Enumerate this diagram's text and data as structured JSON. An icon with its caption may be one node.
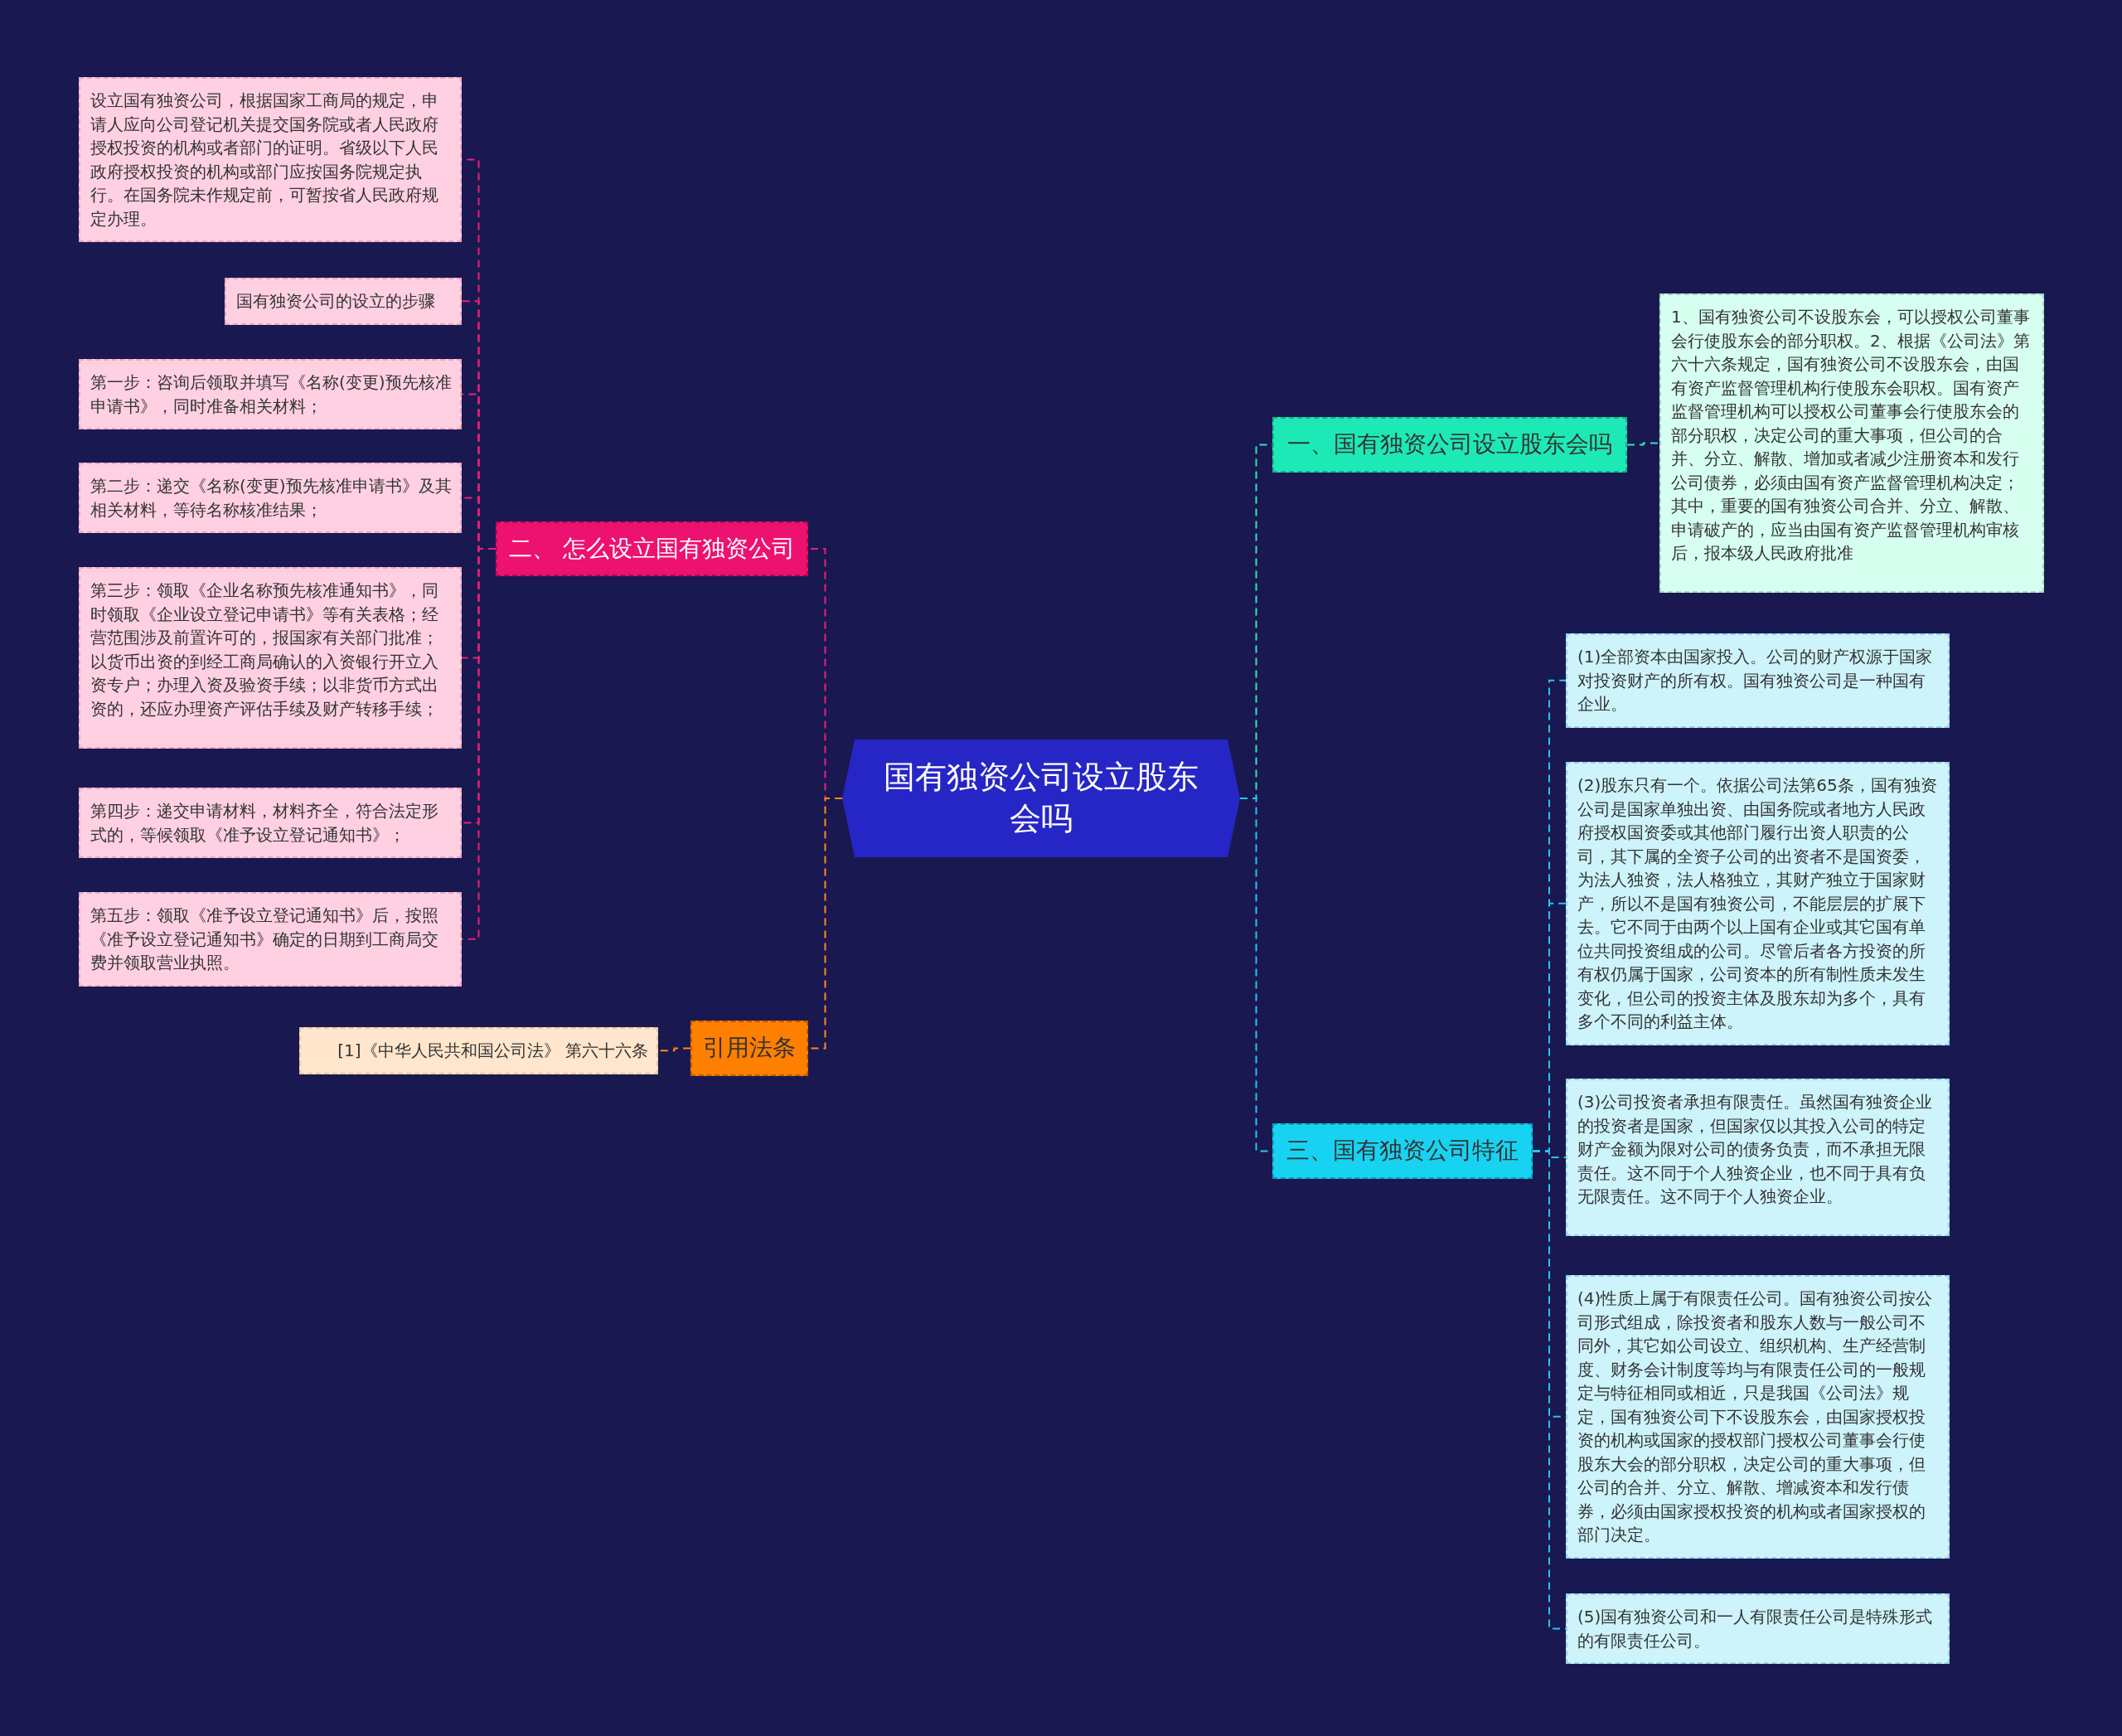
{
  "diagram": {
    "nodes": [
      {
        "text": [
          "国有独资公司设立股东会吗"
        ]
      },
      {
        "text": [
          "二、 怎么设立国有独资公司"
        ]
      },
      {
        "text": [
          "设立国有独资公司，根据国家工商局的规定，申请人应向公司登记机关提交国务院或者人民政府授权投资的机构或者部门的证明。省级以下人民政府授权投资的机构或部门应按国务院规定执行。在国务院未作规定前，可暂按省人民政府规定办理。"
        ]
      },
      {
        "text": [
          "国有独资公司的设立的步骤"
        ]
      },
      {
        "text": [
          "第一步：咨询后领取并填写《名称(变更)预先核准申请书》，同时准备相关材料；"
        ]
      },
      {
        "text": [
          "第二步：递交《名称(变更)预先核准申请书》及其相关材料，等待名称核准结果；"
        ]
      },
      {
        "text": [
          "第三步：领取《企业名称预先核准通知书》，同时领取《企业设立登记申请书》等有关表格；经营范围涉及前置许可的，报国家有关部门批准；以货币出资的到经工商局确认的入资银行开立入资专户；办理入资及验资手续；以非货币方式出资的，还应办理资产评估手续及财产转移手续；"
        ]
      },
      {
        "text": [
          "第四步：递交申请材料，材料齐全，符合法定形式的，等候领取《准予设立登记通知书》；"
        ]
      },
      {
        "text": [
          "第五步：领取《准予设立登记通知书》后，按照《准予设立登记通知书》确定的日期到工商局交费并领取营业执照。"
        ]
      },
      {
        "text": [
          "引用法条"
        ]
      },
      {
        "text": [
          "[1]《中华人民共和国公司法》 第六十六条"
        ]
      },
      {
        "text": [
          "一、国有独资公司设立股东会吗"
        ]
      },
      {
        "text": [
          "1、国有独资公司不设股东会，可以授权公司董事会行使股东会的部分职权。2、根据《公司法》第六十六条规定，国有独资公司不设股东会，由国有资产监督管理机构行使股东会职权。国有资产监督管理机构可以授权公司董事会行使股东会的部分职权，决定公司的重大事项，但公司的合并、分立、解散、增加或者减少注册资本和发行公司债券，必须由国有资产监督管理机构决定；其中，重要的国有独资公司合并、分立、解散、申请破产的，应当由国有资产监督管理机构审核后，报本级人民政府批准"
        ]
      },
      {
        "text": [
          "三、国有独资公司特征"
        ]
      },
      {
        "text": [
          "(1)全部资本由国家投入。公司的财产权源于国家对投资财产的所有权。国有独资公司是一种国有企业。"
        ]
      },
      {
        "text": [
          "(2)股东只有一个。依据公司法第65条，国有独资公司是国家单独出资、由国务院或者地方人民政府授权国资委或其他部门履行出资人职责的公司，其下属的全资子公司的出资者不是国资委，为法人独资，法人格独立，其财产独立于国家财产，所以不是国有独资公司，不能层层的扩展下去。它不同于由两个以上国有企业或其它国有单位共同投资组成的公司。尽管后者各方投资的所有权仍属于国家，公司资本的所有制性质未发生变化，但公司的投资主体及股东却为多个，具有多个不同的利益主体。"
        ]
      },
      {
        "text": [
          "(3)公司投资者承担有限责任。虽然国有独资企业的投资者是国家，但国家仅以其投入公司的特定财产金额为限对公司的债务负责，而不承担无限责任。这不同于个人独资企业，也不同于具有负无限责任。这不同于个人独资企业。"
        ]
      },
      {
        "text": [
          "(4)性质上属于有限责任公司。国有独资公司按公司形式组成，除投资者和股东人数与一般公司不同外，其它如公司设立、组织机构、生产经营制度、财务会计制度等均与有限责任公司的一般规定与特征相同或相近，只是我国《公司法》规定，国有独资公司下不设股东会，由国家授权投资的机构或国家的授权部门授权公司董事会行使股东大会的部分职权，决定公司的重大事项，但公司的合并、分立、解散、增减资本和发行债券，必须由国家授权投资的机构或者国家授权的部门决定。"
        ]
      },
      {
        "text": [
          "(5)国有独资公司和一人有限责任公司是特殊形式的有限责任公司。"
        ]
      }
    ],
    "edges": [
      {
        "from": 0,
        "to": 1,
        "arrow": "none",
        "color": "#e8207a"
      },
      {
        "from": 1,
        "to": 2,
        "arrow": "none",
        "color": "#e8207a"
      },
      {
        "from": 1,
        "to": 3,
        "arrow": "none",
        "color": "#e8207a"
      },
      {
        "from": 1,
        "to": 4,
        "arrow": "none",
        "color": "#e8207a"
      },
      {
        "from": 1,
        "to": 5,
        "arrow": "none",
        "color": "#e8207a"
      },
      {
        "from": 1,
        "to": 6,
        "arrow": "none",
        "color": "#e8207a"
      },
      {
        "from": 1,
        "to": 7,
        "arrow": "none",
        "color": "#e8207a"
      },
      {
        "from": 1,
        "to": 8,
        "arrow": "none",
        "color": "#e8207a"
      },
      {
        "from": 0,
        "to": 9,
        "arrow": "none",
        "color": "#ff8a1a"
      },
      {
        "from": 9,
        "to": 10,
        "arrow": "none",
        "color": "#ff8a1a"
      },
      {
        "from": 0,
        "to": 11,
        "arrow": "none",
        "color": "#2ee6c0"
      },
      {
        "from": 11,
        "to": 12,
        "arrow": "none",
        "color": "#2ee6c0"
      },
      {
        "from": 0,
        "to": 13,
        "arrow": "none",
        "color": "#22c8ec"
      },
      {
        "from": 13,
        "to": 14,
        "arrow": "none",
        "color": "#22c8ec"
      },
      {
        "from": 13,
        "to": 15,
        "arrow": "none",
        "color": "#22c8ec"
      },
      {
        "from": 13,
        "to": 16,
        "arrow": "none",
        "color": "#22c8ec"
      },
      {
        "from": 13,
        "to": 17,
        "arrow": "none",
        "color": "#22c8ec"
      },
      {
        "from": 13,
        "to": 18,
        "arrow": "none",
        "color": "#22c8ec"
      }
    ]
  }
}
